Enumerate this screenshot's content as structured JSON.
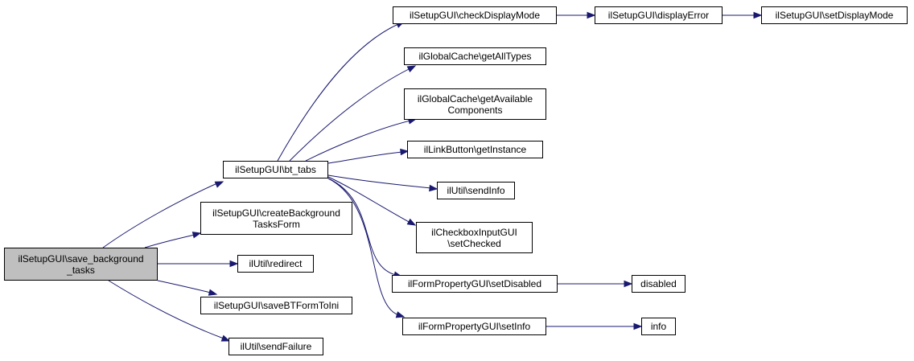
{
  "diagram": {
    "colors": {
      "edge": "#191970",
      "node_fill": "#ffffff",
      "root_fill": "#bfbfbf",
      "border": "#000000"
    },
    "nodes": {
      "save_background_tasks": "ilSetupGUI\\save_background\n_tasks",
      "bt_tabs": "ilSetupGUI\\bt_tabs",
      "createBackgroundTasksForm": "ilSetupGUI\\createBackground\nTasksForm",
      "redirect": "ilUtil\\redirect",
      "saveBTFormToIni": "ilSetupGUI\\saveBTFormToIni",
      "sendFailure": "ilUtil\\sendFailure",
      "checkDisplayMode": "ilSetupGUI\\checkDisplayMode",
      "getAllTypes": "ilGlobalCache\\getAllTypes",
      "getAvailableComponents": "ilGlobalCache\\getAvailable\nComponents",
      "getInstance": "ilLinkButton\\getInstance",
      "sendInfo": "ilUtil\\sendInfo",
      "setChecked": "ilCheckboxInputGUI\n\\setChecked",
      "setDisabled": "ilFormPropertyGUI\\setDisabled",
      "setInfo": "ilFormPropertyGUI\\setInfo",
      "displayError": "ilSetupGUI\\displayError",
      "setDisplayMode": "ilSetupGUI\\setDisplayMode",
      "disabled": "disabled",
      "info": "info"
    },
    "edges": [
      [
        "save_background_tasks",
        "bt_tabs"
      ],
      [
        "save_background_tasks",
        "createBackgroundTasksForm"
      ],
      [
        "save_background_tasks",
        "redirect"
      ],
      [
        "save_background_tasks",
        "saveBTFormToIni"
      ],
      [
        "save_background_tasks",
        "sendFailure"
      ],
      [
        "bt_tabs",
        "checkDisplayMode"
      ],
      [
        "bt_tabs",
        "getAllTypes"
      ],
      [
        "bt_tabs",
        "getAvailableComponents"
      ],
      [
        "bt_tabs",
        "getInstance"
      ],
      [
        "bt_tabs",
        "sendInfo"
      ],
      [
        "bt_tabs",
        "setChecked"
      ],
      [
        "bt_tabs",
        "setDisabled"
      ],
      [
        "bt_tabs",
        "setInfo"
      ],
      [
        "checkDisplayMode",
        "displayError"
      ],
      [
        "displayError",
        "setDisplayMode"
      ],
      [
        "setDisabled",
        "disabled"
      ],
      [
        "setInfo",
        "info"
      ]
    ]
  }
}
